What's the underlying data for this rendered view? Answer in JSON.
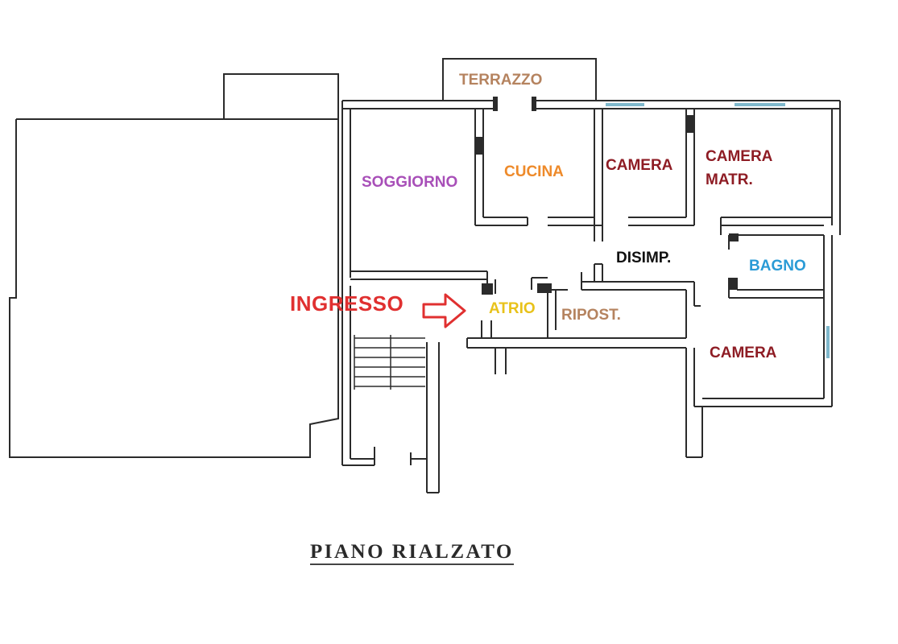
{
  "colors": {
    "wall": "#2b2b2b",
    "window": "#7fb8cc",
    "terrazzo": "#b5835f",
    "soggiorno": "#a84fb8",
    "cucina": "#ee8a2a",
    "camera": "#8e1c24",
    "disimp": "#111111",
    "bagno": "#2a9bd6",
    "ingresso": "#e03030",
    "atrio": "#e8c21a",
    "ripost": "#b5835f"
  },
  "rooms": {
    "terrazzo": "TERRAZZO",
    "soggiorno": "SOGGIORNO",
    "cucina": "CUCINA",
    "camera_1": "CAMERA",
    "camera_matr": "CAMERA\nMATR.",
    "disimp": "DISIMP.",
    "bagno": "BAGNO",
    "atrio": "ATRIO",
    "ripost": "RIPOST.",
    "camera_2": "CAMERA"
  },
  "entrance": {
    "label": "INGRESSO",
    "arrow_icon": "arrow-right-icon"
  },
  "caption": "PIANO RIALZATO"
}
